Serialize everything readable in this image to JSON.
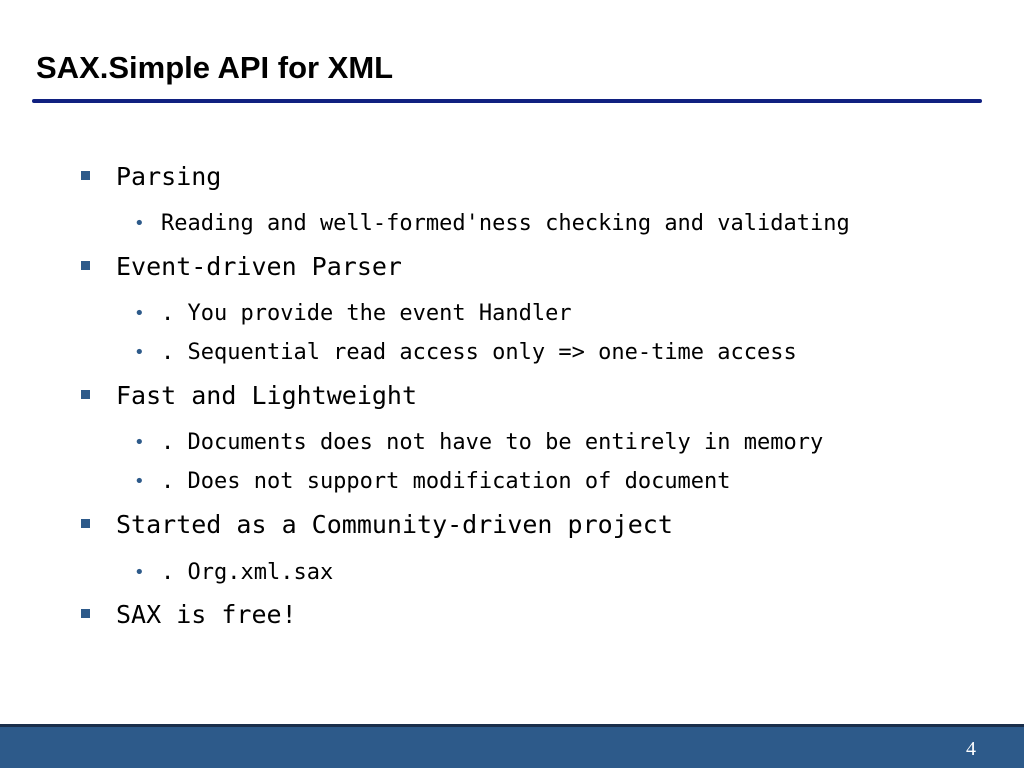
{
  "slide": {
    "title": "SAX.Simple API for XML",
    "page_number": "4"
  },
  "bullets": [
    {
      "level": 1,
      "text": "Parsing"
    },
    {
      "level": 2,
      "text": "Reading and well-formed'ness checking and validating"
    },
    {
      "level": 1,
      "text": "Event-driven Parser"
    },
    {
      "level": 2,
      "text": ". You provide the event Handler"
    },
    {
      "level": 2,
      "text": ". Sequential read access only => one-time access"
    },
    {
      "level": 1,
      "text": "Fast and Lightweight"
    },
    {
      "level": 2,
      "text": ". Documents does not have to be entirely in memory"
    },
    {
      "level": 2,
      "text": ". Does not support modification of document"
    },
    {
      "level": 1,
      "text": "Started as a Community-driven project"
    },
    {
      "level": 2,
      "text": ". Org.xml.sax"
    },
    {
      "level": 1,
      "text": "SAX is free!"
    }
  ],
  "colors": {
    "title_rule": "#102080",
    "bullet_marker": "#2d5a8a",
    "footer_bar": "#2d5a8a",
    "footer_text": "#ffffff"
  },
  "icons": {
    "level1_marker": "square-bullet-icon",
    "level2_marker": "round-bullet-icon"
  }
}
